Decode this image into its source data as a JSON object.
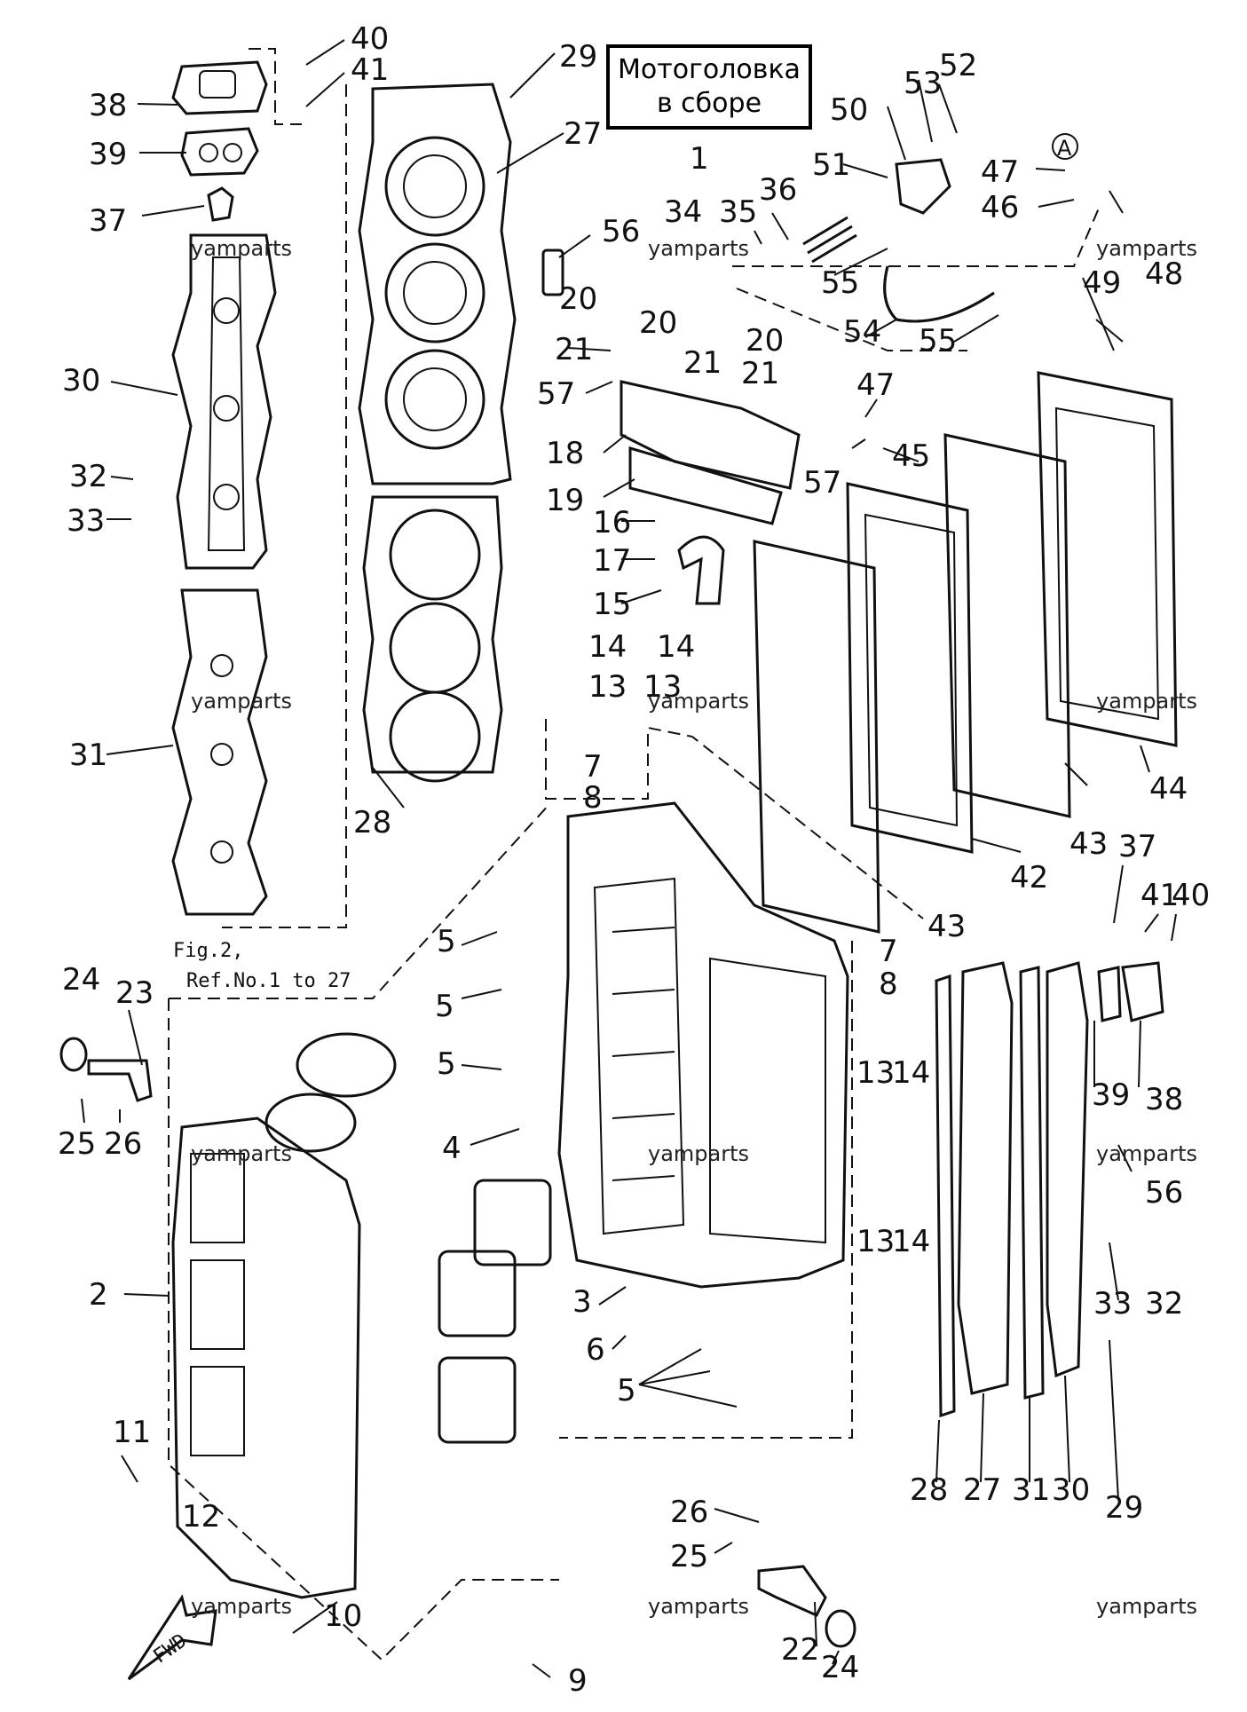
{
  "title": {
    "line1": "Мотоголовка",
    "line2": "в сборе"
  },
  "figure_reference": {
    "line1": "Fig.2,",
    "line2": "Ref.No.1 to 27"
  },
  "fwd_label": "FWD",
  "watermark": "yamparts",
  "callouts": [
    "1",
    "2",
    "3",
    "4",
    "5",
    "6",
    "7",
    "8",
    "9",
    "10",
    "11",
    "12",
    "13",
    "14",
    "15",
    "16",
    "17",
    "18",
    "19",
    "20",
    "21",
    "22",
    "23",
    "24",
    "25",
    "26",
    "27",
    "28",
    "29",
    "30",
    "31",
    "32",
    "33",
    "34",
    "35",
    "36",
    "37",
    "38",
    "39",
    "40",
    "41",
    "42",
    "43",
    "44",
    "45",
    "46",
    "47",
    "48",
    "49",
    "50",
    "51",
    "52",
    "53",
    "54",
    "55",
    "56",
    "57"
  ],
  "marker_letter": "A"
}
